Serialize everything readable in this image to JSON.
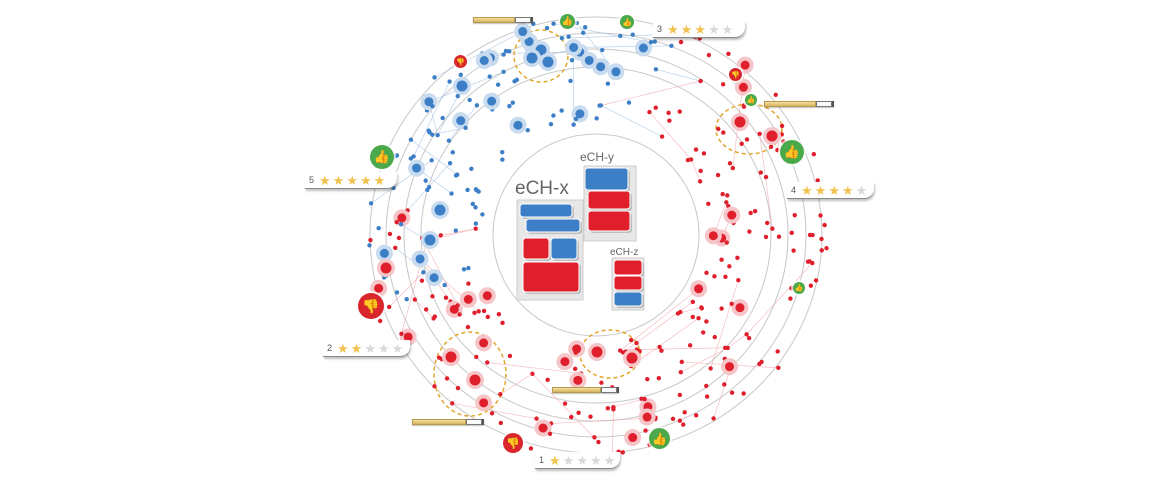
{
  "diagram": {
    "blocks": [
      {
        "label": "eCH-x"
      },
      {
        "label": "eCH-y"
      },
      {
        "label": "eCH-z"
      }
    ],
    "ratings": [
      {
        "number": "1",
        "stars": 1
      },
      {
        "number": "2",
        "stars": 2
      },
      {
        "number": "3",
        "stars": 3
      },
      {
        "number": "4",
        "stars": 4
      },
      {
        "number": "5",
        "stars": 5
      }
    ],
    "icons": {
      "thumbs_up": "thumbs-up-icon",
      "thumbs_down": "thumbs-down-icon",
      "cigarette": "cigarette-icon",
      "star": "star-icon"
    },
    "colors": {
      "blue": "#3c7fc6",
      "red": "#e01f2d",
      "green": "#4aa94a",
      "gold_ring": "#e4a62a",
      "star": "#f2c14e",
      "ring": "#c8c8c8"
    }
  }
}
